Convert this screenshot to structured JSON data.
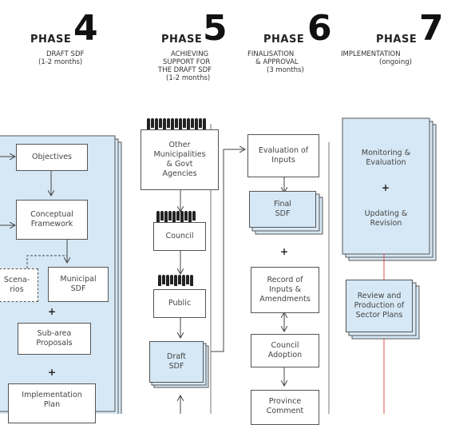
{
  "phases": [
    {
      "word": "PHASE",
      "number": "4",
      "sub": [
        "DRAFT SDF",
        "(1-2 months)"
      ]
    },
    {
      "word": "PHASE",
      "number": "5",
      "sub": [
        "ACHIEVING",
        "SUPPORT FOR",
        "THE DRAFT SDF",
        "(1-2 months)"
      ]
    },
    {
      "word": "PHASE",
      "number": "6",
      "sub": [
        "FINALISATION",
        "& APPROVAL",
        "(3 months)"
      ]
    },
    {
      "word": "PHASE",
      "number": "7",
      "sub": [
        "IMPLEMENTATION",
        "(ongoing)"
      ]
    }
  ],
  "phase4": {
    "objectives": "Objectives",
    "conceptual": [
      "Conceptual",
      "Framework"
    ],
    "scenarios": [
      "Scena-",
      "rios"
    ],
    "municipal": [
      "Municipal",
      "SDF"
    ],
    "subarea": [
      "Sub-area",
      "Proposals"
    ],
    "implementation": [
      "Implementation",
      "Plan"
    ],
    "plus": "+"
  },
  "phase5": {
    "other": [
      "Other",
      "Municipalities",
      "& Govt",
      "Agencies"
    ],
    "council": "Council",
    "public": "Public",
    "draft": [
      "Draft",
      "SDF"
    ]
  },
  "phase6": {
    "evaluation": [
      "Evaluation of",
      "Inputs"
    ],
    "final": [
      "Final",
      "SDF"
    ],
    "record": [
      "Record of",
      "Inputs &",
      "Amendments"
    ],
    "adoption": [
      "Council",
      "Adoption"
    ],
    "province": [
      "Province",
      "Comment"
    ],
    "plus": "+"
  },
  "phase7": {
    "monitoring": [
      "Monitoring &",
      "Evaluation"
    ],
    "updating": [
      "Updating &",
      "Revision"
    ],
    "review": [
      "Review and",
      "Production of",
      "Sector Plans"
    ],
    "plus": "+"
  },
  "colors": {
    "panel_blue": "#d6e8f5",
    "line": "#555555",
    "accent_line": "#d9534f"
  }
}
